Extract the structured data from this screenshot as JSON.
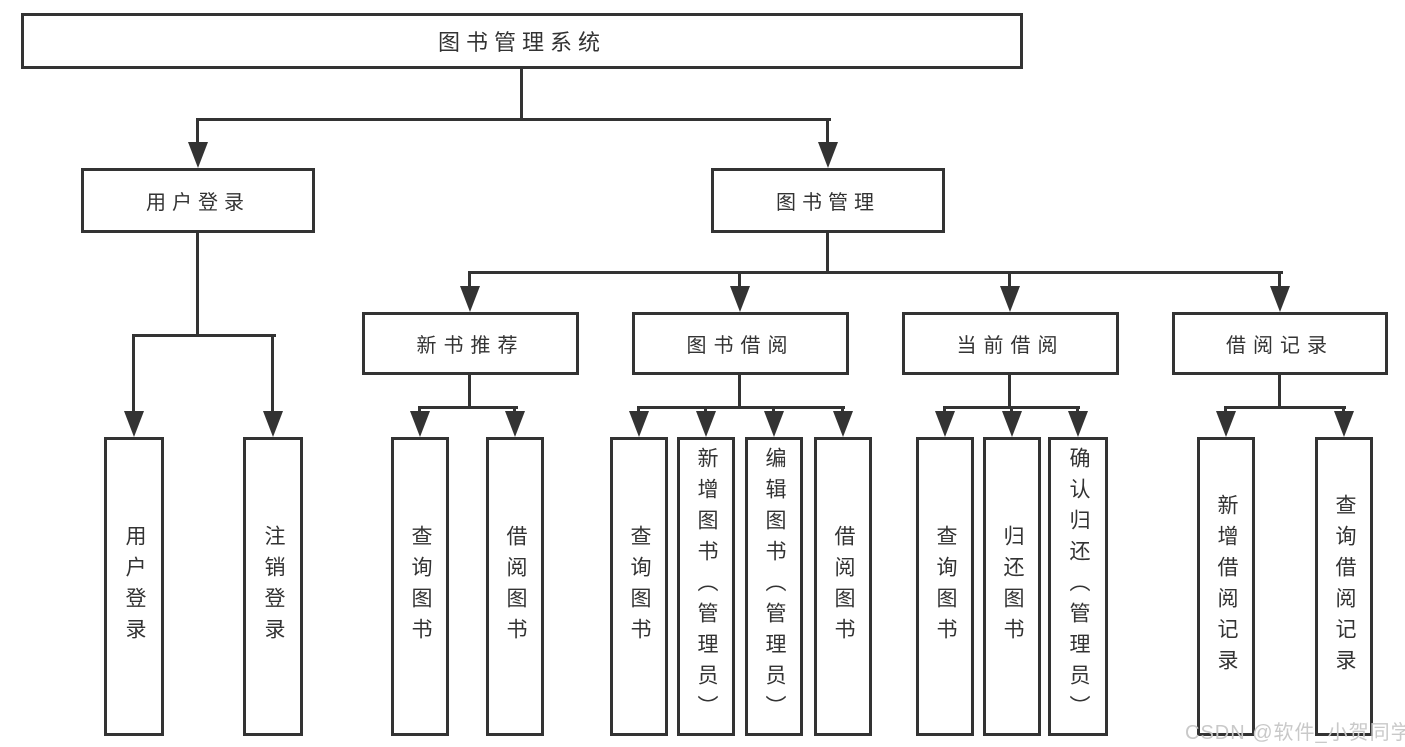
{
  "diagram": {
    "type": "hierarchy-tree",
    "root": {
      "label": "图书管理系统"
    },
    "level2": {
      "user_login": {
        "label": "用户登录"
      },
      "book_management": {
        "label": "图书管理"
      }
    },
    "level3": {
      "new_book_recommendation": {
        "label": "新书推荐"
      },
      "book_borrowing": {
        "label": "图书借阅"
      },
      "current_borrowing": {
        "label": "当前借阅"
      },
      "borrowing_records": {
        "label": "借阅记录"
      }
    },
    "leaves": {
      "user_login": {
        "label": "用户登录"
      },
      "logout": {
        "label": "注销登录"
      },
      "recommend_query_books": {
        "label": "查询图书"
      },
      "recommend_borrow_books": {
        "label": "借阅图书"
      },
      "borrow_query_books": {
        "label": "查询图书"
      },
      "borrow_add_books_admin": {
        "label": "新增图书（管理员）"
      },
      "borrow_edit_books_admin": {
        "label": "编辑图书（管理员）"
      },
      "borrow_borrow_books": {
        "label": "借阅图书"
      },
      "current_query_books": {
        "label": "查询图书"
      },
      "current_return_books": {
        "label": "归还图书"
      },
      "current_confirm_return_admin": {
        "label": "确认归还（管理员）"
      },
      "records_add_record": {
        "label": "新增借阅记录"
      },
      "records_query_record": {
        "label": "查询借阅记录"
      }
    }
  },
  "watermark": {
    "text": "CSDN @软件_小贺同学"
  },
  "colors": {
    "background": "#ffffff",
    "line": "#333333",
    "text": "#333333",
    "watermark": "#c9c9c9"
  }
}
